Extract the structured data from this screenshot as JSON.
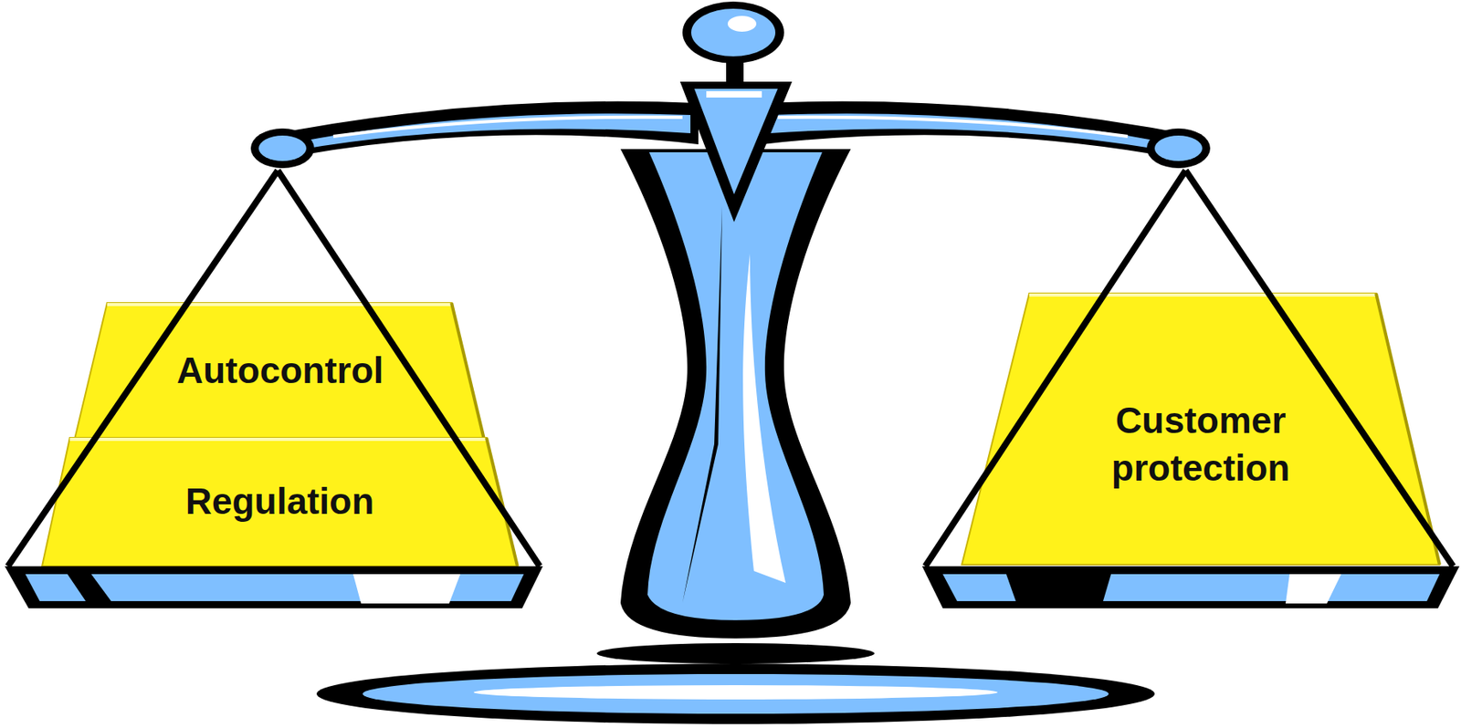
{
  "diagram": {
    "nodes": [
      {
        "text": [
          "Autocontrol"
        ]
      },
      {
        "text": [
          "Regulation"
        ]
      },
      {
        "text": [
          "Customer protection"
        ]
      }
    ]
  }
}
